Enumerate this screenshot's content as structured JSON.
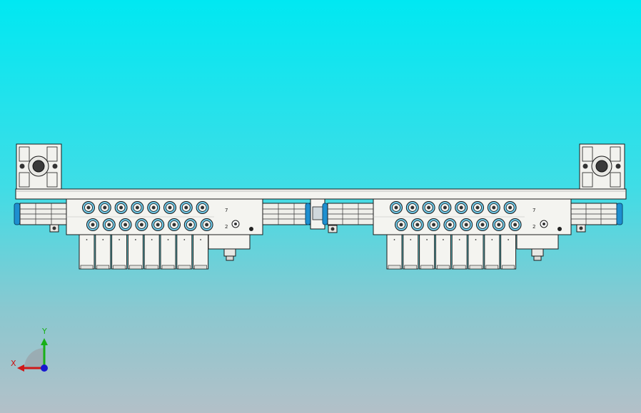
{
  "viewport": {
    "background_top": "#00e8f2",
    "background_bottom": "#b3c0c8"
  },
  "model": {
    "part_color": "#f4f4f0",
    "edge_color": "#1a1a1a",
    "fitting_color": "#1e8fd0",
    "fitting_ring": "#6fc9e8",
    "left_manifold": {
      "upper_ports": 8,
      "lower_ports": 8,
      "valves": 8
    },
    "right_manifold": {
      "upper_ports": 8,
      "lower_ports": 8,
      "valves": 8
    },
    "port_markings": [
      "7",
      "2"
    ]
  },
  "triad": {
    "x_label": "X",
    "y_label": "Y",
    "x_color": "#d01818",
    "y_color": "#18b018",
    "z_color": "#1818d0"
  }
}
